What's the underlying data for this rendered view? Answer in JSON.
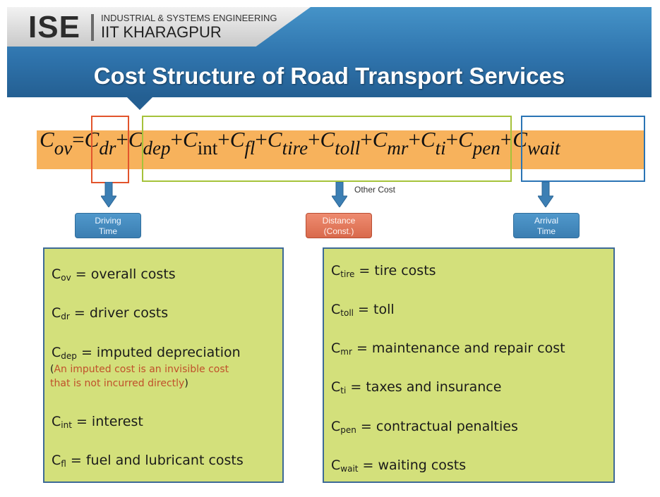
{
  "header": {
    "logo_abbr": "ISE",
    "department": "INDUSTRIAL & SYSTEMS ENGINEERING",
    "institute": "IIT KHARAGPUR",
    "title": "Cost Structure of Road Transport Services"
  },
  "formula": {
    "lhs": {
      "symbol": "C",
      "sub": "ov"
    },
    "equals": "=",
    "plus": "+",
    "terms": [
      {
        "symbol": "C",
        "sub": "dr"
      },
      {
        "symbol": "C",
        "sub": "dep"
      },
      {
        "symbol": "C",
        "sub": "int"
      },
      {
        "symbol": "C",
        "sub": "fl"
      },
      {
        "symbol": "C",
        "sub": "tire"
      },
      {
        "symbol": "C",
        "sub": "toll"
      },
      {
        "symbol": "C",
        "sub": "mr"
      },
      {
        "symbol": "C",
        "sub": "ti"
      },
      {
        "symbol": "C",
        "sub": "pen"
      },
      {
        "symbol": "C",
        "sub": "wait"
      }
    ]
  },
  "groups": {
    "other_cost_label": "Other Cost",
    "driving_time": [
      "Driving",
      "Time"
    ],
    "distance": [
      "Distance",
      "(Const.)"
    ],
    "arrival_time": [
      "Arrival",
      "Time"
    ]
  },
  "definitions_left": [
    {
      "symbol": "C",
      "sub": "ov",
      "text": " = overall costs"
    },
    {
      "symbol": "C",
      "sub": "dr",
      "text": " = driver costs"
    },
    {
      "symbol": "C",
      "sub": "dep",
      "text": " = imputed depreciation"
    },
    {
      "symbol": "C",
      "sub": "int",
      "text": " =  interest"
    },
    {
      "symbol": "C",
      "sub": "fl",
      "text": " = fuel and lubricant costs"
    }
  ],
  "depreciation_note": {
    "open": "(",
    "line1": "An imputed cost is an invisible cost",
    "line2": "that is not incurred directly",
    "close": ")"
  },
  "definitions_right": [
    {
      "symbol": "C",
      "sub": "tire",
      "text": " = tire costs"
    },
    {
      "symbol": "C",
      "sub": "toll",
      "text": " = toll"
    },
    {
      "symbol": "C",
      "sub": "mr",
      "text": " = maintenance and repair cost"
    },
    {
      "symbol": "C",
      "sub": "ti",
      "text": " = taxes and insurance"
    },
    {
      "symbol": "C",
      "sub": "pen",
      "text": " = contractual penalties"
    },
    {
      "symbol": "C",
      "sub": "wait",
      "text": " = waiting costs"
    }
  ],
  "colors": {
    "banner": "#2f74ad",
    "formula_band": "#f7b25c",
    "driver_box": "#e2542c",
    "other_box": "#a5c23a",
    "arrival_box": "#2a74b5",
    "definition_fill": "#d3e07b",
    "note_text": "#c0502b"
  }
}
